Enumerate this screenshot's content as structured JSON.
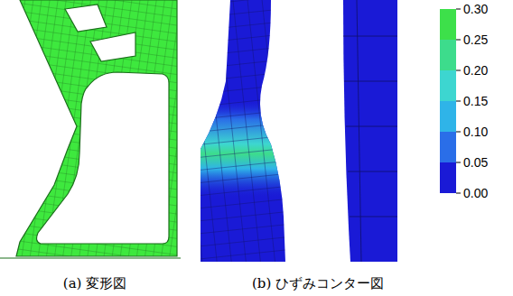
{
  "diagram": {
    "labels": [
      "0.30",
      "0.25",
      "0.20",
      "0.15",
      "0.10",
      "0.05",
      "0.00",
      "(a) 変形図",
      "(b) ひずみコンター図"
    ]
  }
}
